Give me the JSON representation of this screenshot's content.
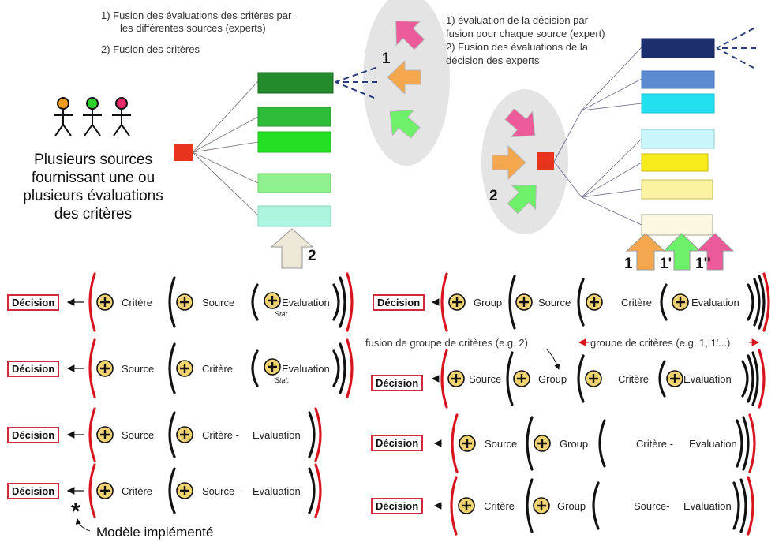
{
  "top_left_notes": [
    "1) Fusion des évaluations des critères par",
    "les différentes sources (experts)",
    "2) Fusion des critères"
  ],
  "top_right_notes": [
    "1) évaluation de la décision par",
    "fusion pour chaque source (expert)",
    "2) Fusion des évaluations de la",
    "décision des experts"
  ],
  "sources_caption": [
    "Plusieurs sources",
    "fournissant une ou",
    "plusieurs évaluations",
    "des critères"
  ],
  "labels": {
    "one": "1",
    "two": "2",
    "two_right": "2",
    "two_bottom": "2",
    "one_a": "1",
    "one_b": "1'",
    "one_c": "1''"
  },
  "decision_label": "Décision",
  "left_formulas": [
    {
      "outer": "Critère",
      "middle": "Source",
      "inner": "Evaluation",
      "sub": "Stat."
    },
    {
      "outer": "Source",
      "middle": "Critère",
      "inner": "Evaluation",
      "sub": "Stat."
    },
    {
      "outer": "Source",
      "middle": "Critère -",
      "inner": "Evaluation"
    },
    {
      "outer": "Critère",
      "middle": "Source -",
      "inner": "Evaluation"
    }
  ],
  "right_formulas": [
    {
      "t1": "Group",
      "t2": "Source",
      "t3": "Critère",
      "t4": "Evaluation"
    },
    {
      "t1": "Source",
      "t2": "Group",
      "t3": "Critère",
      "t4": "Evaluation"
    },
    {
      "t1": "Source",
      "t2": "Group",
      "t3": "Critère -",
      "t4": "Evaluation"
    },
    {
      "t1": "Critère",
      "t2": "Group",
      "t3": "Source-",
      "t4": "Evaluation"
    }
  ],
  "annotations": {
    "group_fusion": "fusion de groupe de critères (e.g. 2)",
    "group_criteria": "groupe de critères (e.g. 1, 1'...)",
    "implemented": "Modèle implémenté",
    "star": "*"
  },
  "colors": {
    "red_box": "#e8341c",
    "bracket_red": "#d8141e",
    "plus_fill": "#f2d372",
    "decision_border": "#d12a3c"
  }
}
